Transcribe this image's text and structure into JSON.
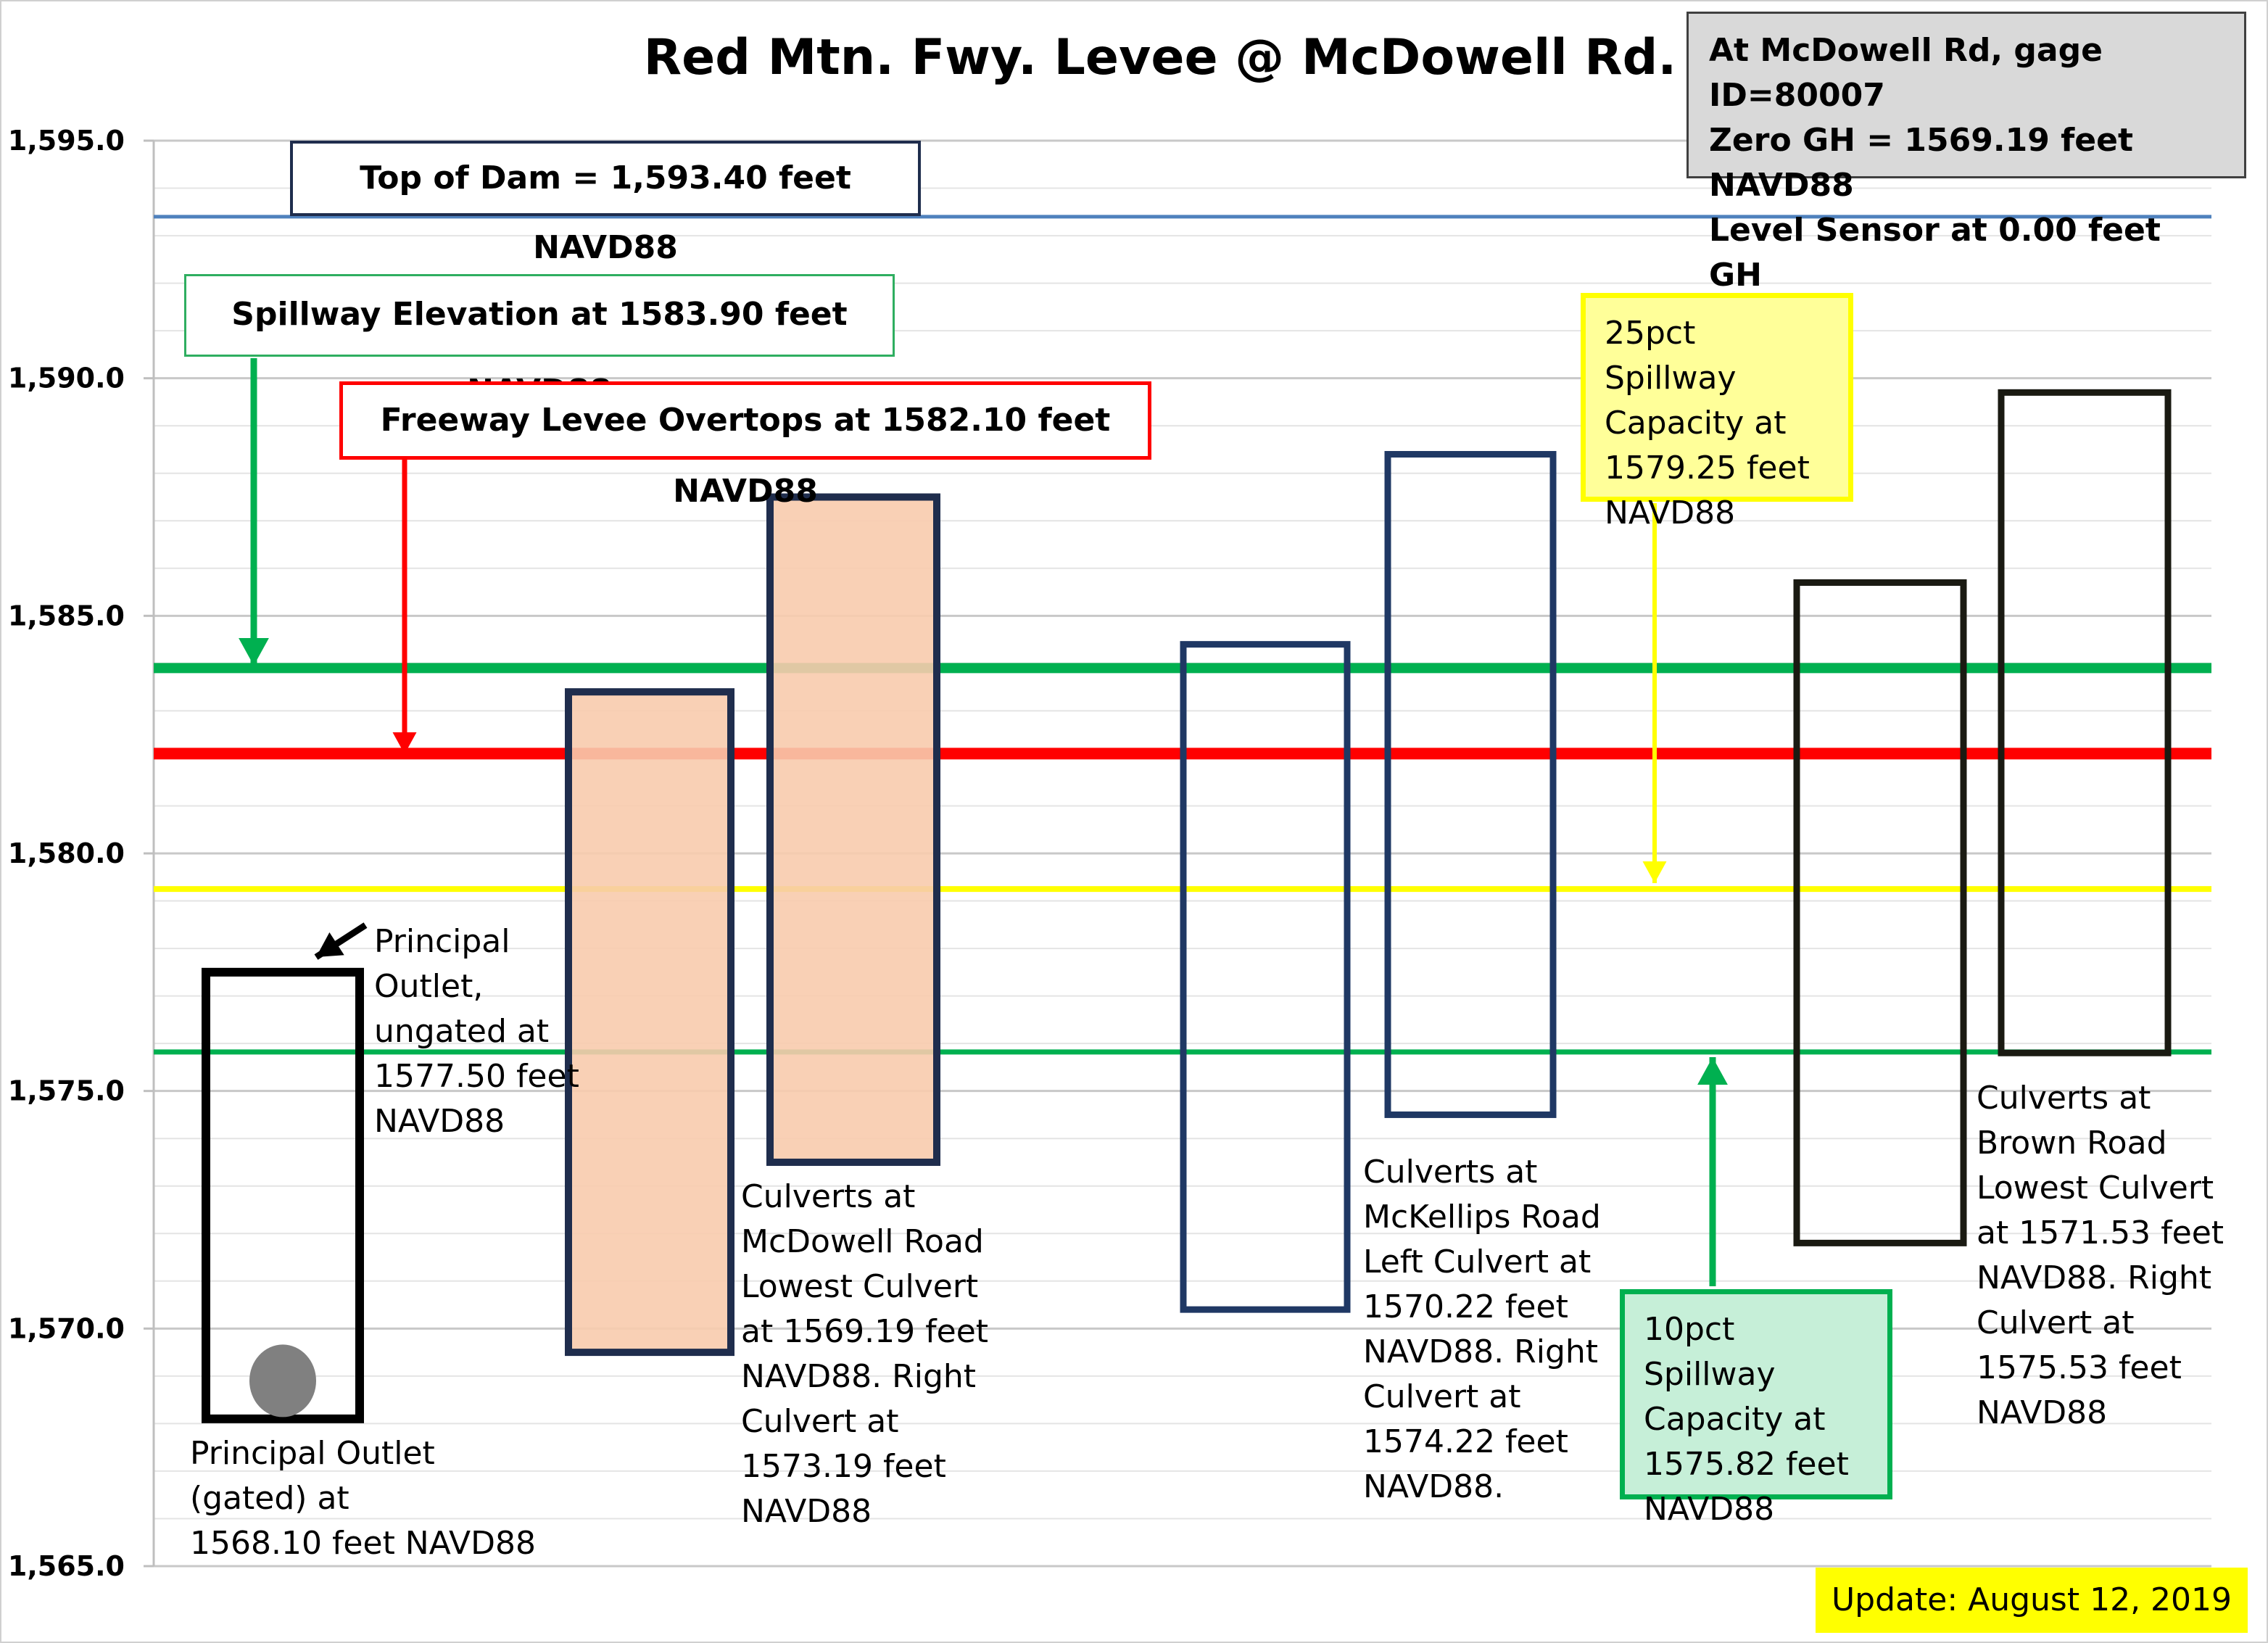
{
  "chart_data": {
    "type": "bar",
    "title": "Red Mtn. Fwy. Levee @ McDowell Rd.",
    "ylim": [
      1565.0,
      1595.0
    ],
    "y_ticks": [
      "1,565.0",
      "1,570.0",
      "1,575.0",
      "1,580.0",
      "1,585.0",
      "1,590.0",
      "1,595.0"
    ],
    "y_tick_values": [
      1565,
      1570,
      1575,
      1580,
      1585,
      1590,
      1595
    ],
    "grid": true,
    "reference_lines": [
      {
        "label": "Top of Dam = 1,593.40 feet NAVD88",
        "value": 1593.4,
        "color": "#4f81bd"
      },
      {
        "label": "Spillway Elevation at 1583.90 feet NAVD88",
        "value": 1583.9,
        "color": "#00b050"
      },
      {
        "label": "Freeway Levee Overtops at 1582.10 feet NAVD88",
        "value": 1582.1,
        "color": "#ff0000"
      },
      {
        "label": "25pct Spillway Capacity at 1579.25 feet NAVD88",
        "value": 1579.25,
        "color": "#ffff00"
      },
      {
        "label": "10pct Spillway Capacity at 1575.82 feet NAVD88",
        "value": 1575.82,
        "color": "#00b050"
      }
    ],
    "structures": [
      {
        "name": "Principal Outlet",
        "bottom": 1568.1,
        "top": 1577.5,
        "fill": "none",
        "stroke": "#000000"
      },
      {
        "name": "McDowell Road Lowest Culvert",
        "bottom": 1569.5,
        "top": 1583.4,
        "fill": "#f8cbad",
        "stroke": "#1f2d4d"
      },
      {
        "name": "McDowell Road Right Culvert",
        "bottom": 1573.5,
        "top": 1587.5,
        "fill": "#f8cbad",
        "stroke": "#1f2d4d"
      },
      {
        "name": "McKellips Road Left Culvert",
        "bottom": 1570.4,
        "top": 1584.4,
        "fill": "none",
        "stroke": "#1f3864"
      },
      {
        "name": "McKellips Road Right Culvert",
        "bottom": 1574.5,
        "top": 1588.4,
        "fill": "none",
        "stroke": "#1f3864"
      },
      {
        "name": "Brown Road Lowest Culvert",
        "bottom": 1571.8,
        "top": 1585.7,
        "fill": "none",
        "stroke": "#1a1a12"
      },
      {
        "name": "Brown Road Right Culvert",
        "bottom": 1575.8,
        "top": 1589.7,
        "fill": "none",
        "stroke": "#1a1a12"
      }
    ],
    "gated_outlet_marker": 1568.9
  },
  "info_box": {
    "line1": "At McDowell Rd,  gage ID=80007",
    "line2": "Zero GH = 1569.19 feet NAVD88",
    "line3": "Level Sensor at 0.00 feet GH"
  },
  "callouts": {
    "top_of_dam": "Top of Dam = 1,593.40 feet NAVD88",
    "spillway": "Spillway Elevation at 1583.90 feet NAVD88",
    "levee": "Freeway Levee Overtops at 1582.10 feet NAVD88",
    "p25": [
      "25pct Spillway",
      "Capacity at",
      "1579.25 feet",
      "NAVD88"
    ],
    "p10": [
      "10pct Spillway",
      "Capacity at",
      "1575.82 feet",
      "NAVD88"
    ],
    "update": "Update: August 12, 2019"
  },
  "labels": {
    "gated": [
      "Principal Outlet",
      "(gated) at",
      "1568.10 feet NAVD88"
    ],
    "ungated": [
      "Principal",
      "Outlet,",
      "ungated at",
      "1577.50 feet",
      "NAVD88"
    ],
    "mcdowell": [
      "Culverts at",
      "McDowell Road",
      "Lowest Culvert",
      "at 1569.19 feet",
      "NAVD88. Right",
      "Culvert at",
      "1573.19 feet",
      "NAVD88"
    ],
    "mckellips": [
      "Culverts at",
      "McKellips Road",
      "Left Culvert at",
      "1570.22 feet",
      "NAVD88. Right",
      "Culvert at",
      "1574.22 feet",
      "NAVD88."
    ],
    "brown": [
      "Culverts at",
      "Brown Road",
      "Lowest Culvert",
      "at 1571.53 feet",
      "NAVD88. Right",
      "Culvert at",
      "1575.53 feet",
      "NAVD88"
    ]
  }
}
